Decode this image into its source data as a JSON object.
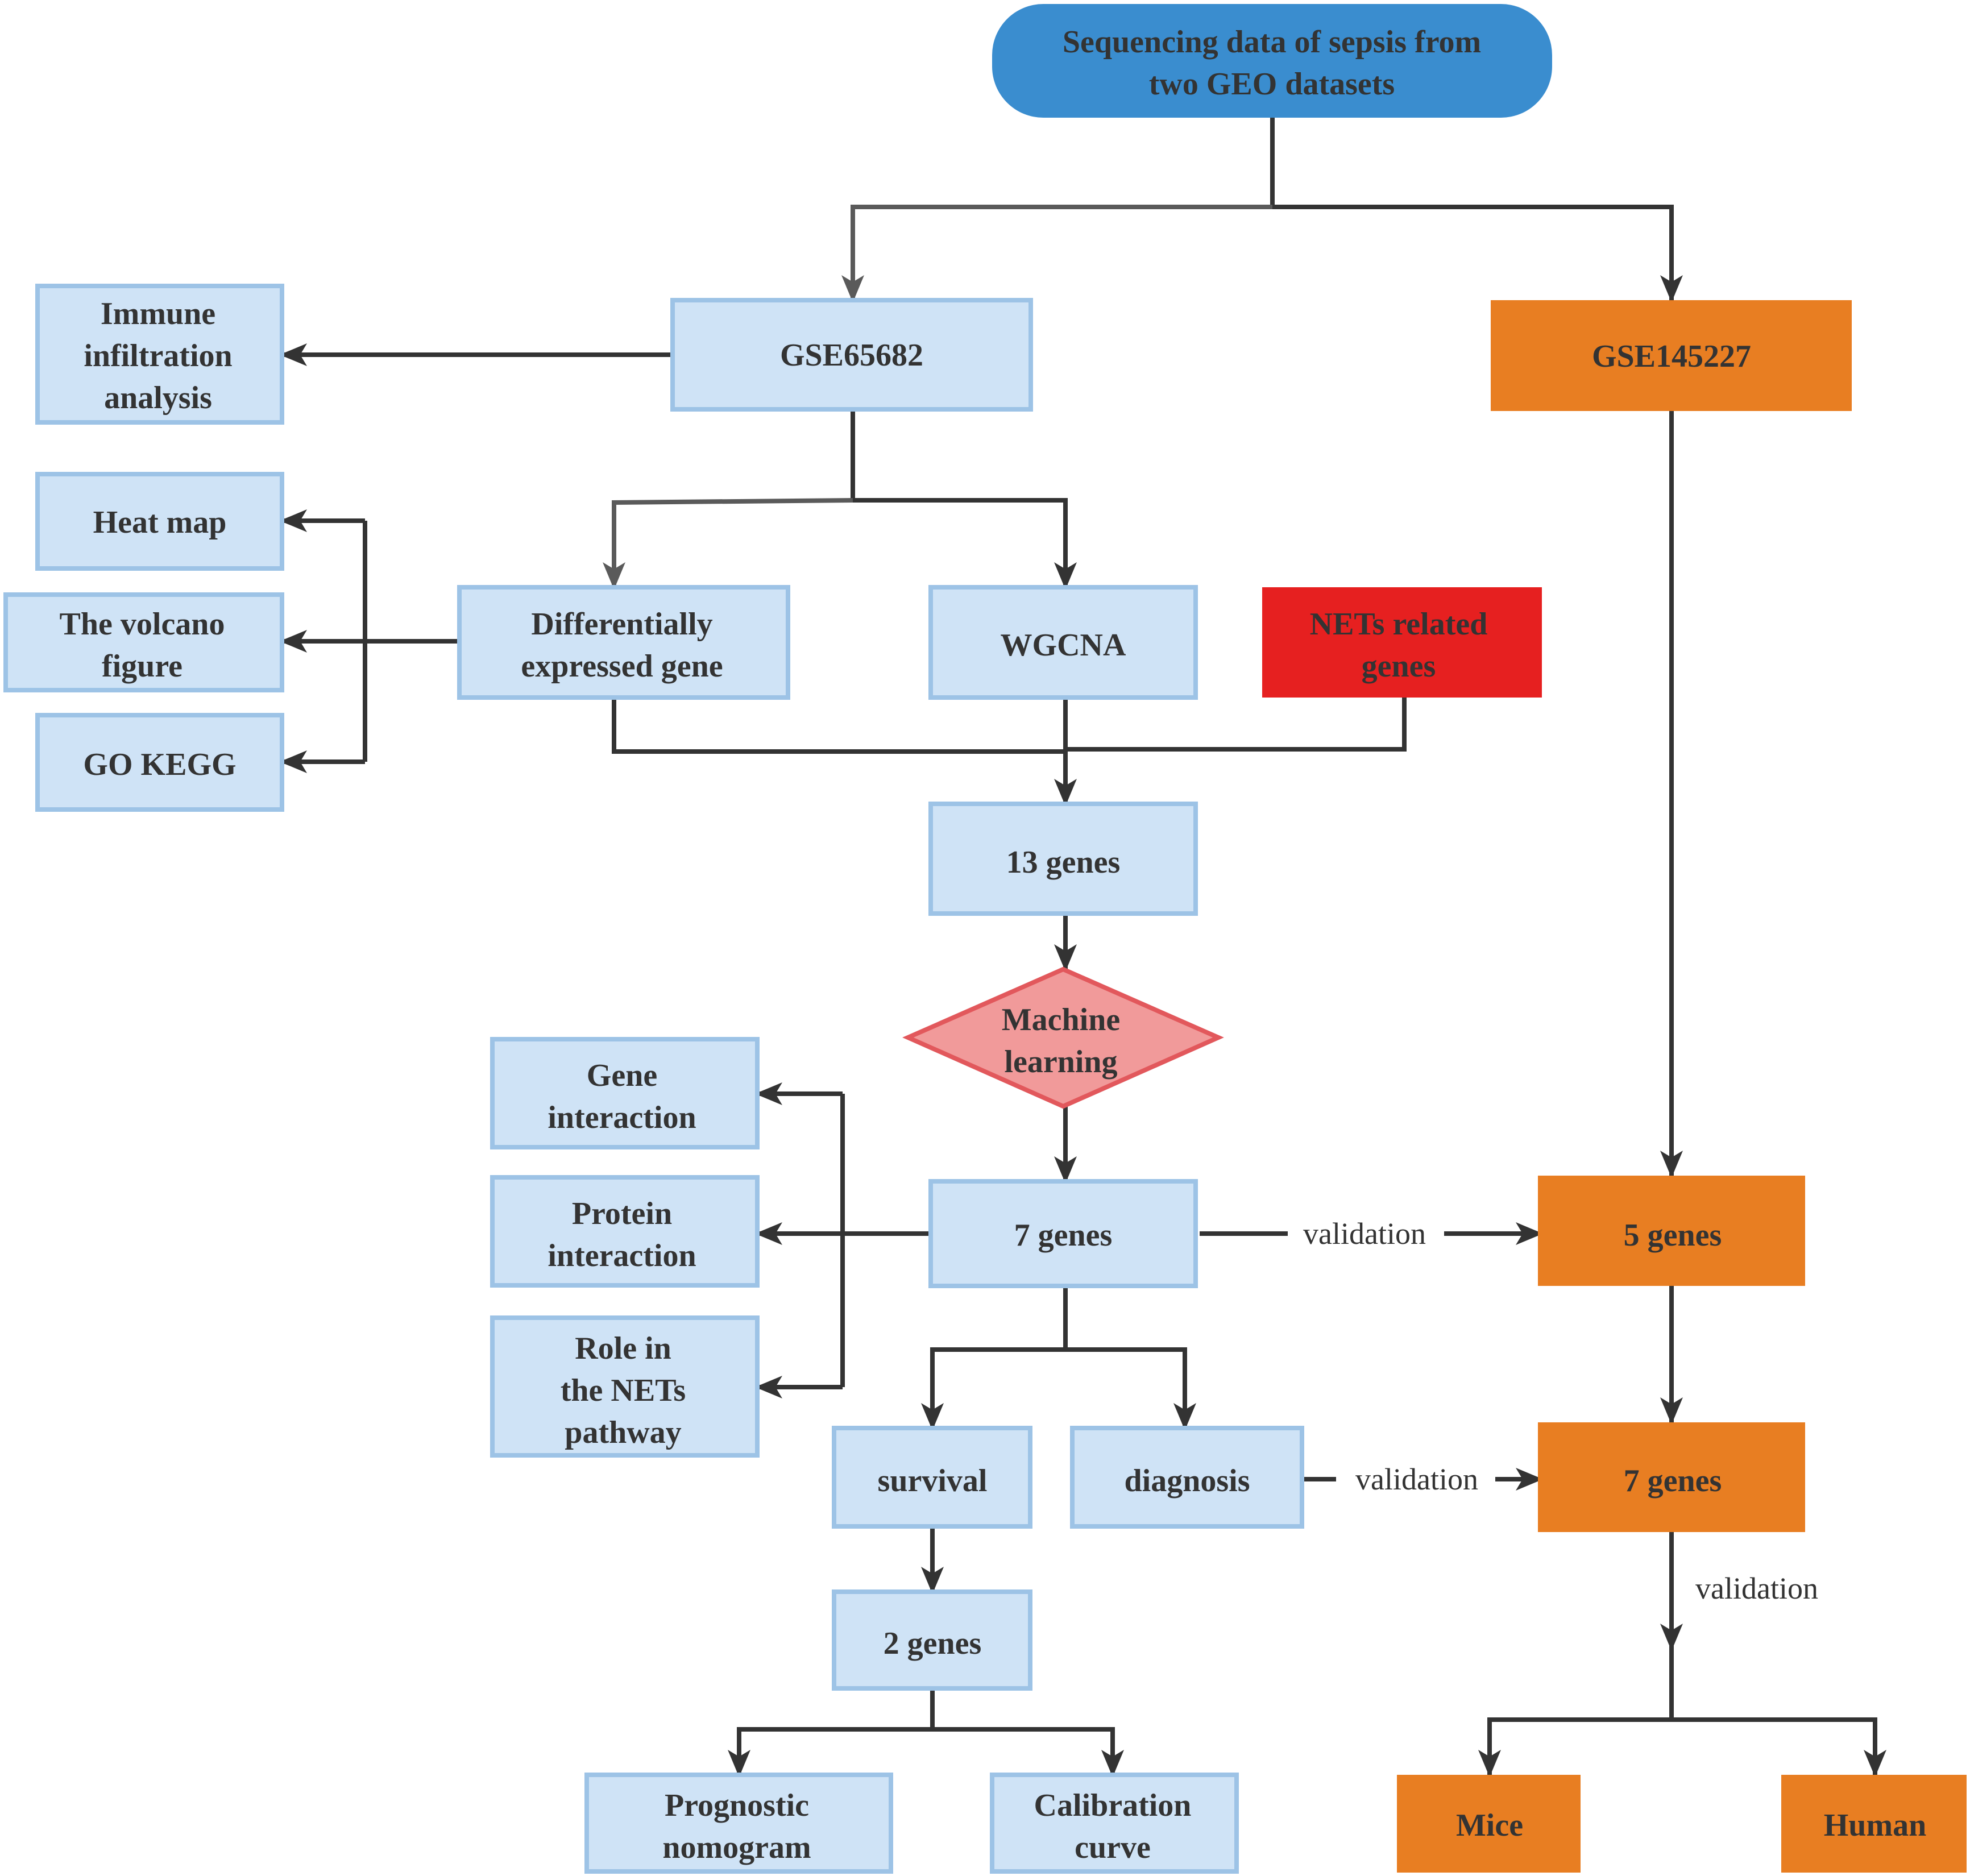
{
  "colors": {
    "start_fill": "#3a8dcf",
    "blue_box_fill": "#cfe3f6",
    "blue_box_stroke": "#9dc3e6",
    "orange_box_fill": "#e87e22",
    "red_box_fill": "#e62020",
    "diamond_fill": "#f19a9a",
    "diamond_stroke": "#e2585c",
    "line": "#333333"
  },
  "nodes": {
    "start": [
      "Sequencing data of sepsis from",
      "two GEO datasets"
    ],
    "gse65682": [
      "GSE65682"
    ],
    "gse145227": [
      "GSE145227"
    ],
    "immune": [
      "Immune",
      "infiltration",
      "analysis"
    ],
    "heatmap": [
      "Heat map"
    ],
    "volcano": [
      "The volcano",
      "figure"
    ],
    "gokegg": [
      "GO KEGG"
    ],
    "deg": [
      "Differentially",
      "expressed gene"
    ],
    "wgcna": [
      "WGCNA"
    ],
    "nets": [
      "NETs related",
      "genes"
    ],
    "genes13": [
      "13 genes"
    ],
    "ml": [
      "Machine",
      "learning"
    ],
    "genes7": [
      "7 genes"
    ],
    "gene_int": [
      "Gene",
      "interaction"
    ],
    "protein_int": [
      "Protein",
      "interaction"
    ],
    "role": [
      "Role in",
      "the NETs",
      "pathway"
    ],
    "survival": [
      "survival"
    ],
    "diagnosis": [
      "diagnosis"
    ],
    "genes2": [
      "2 genes"
    ],
    "nomogram": [
      "Prognostic",
      "nomogram"
    ],
    "calibration": [
      "Calibration",
      "curve"
    ],
    "genes5": [
      "5 genes"
    ],
    "genes7b": [
      "7 genes"
    ],
    "mice": [
      "Mice"
    ],
    "human": [
      "Human"
    ]
  },
  "edge_labels": {
    "validation_1": "validation",
    "validation_2": "validation",
    "validation_3": "validation"
  }
}
